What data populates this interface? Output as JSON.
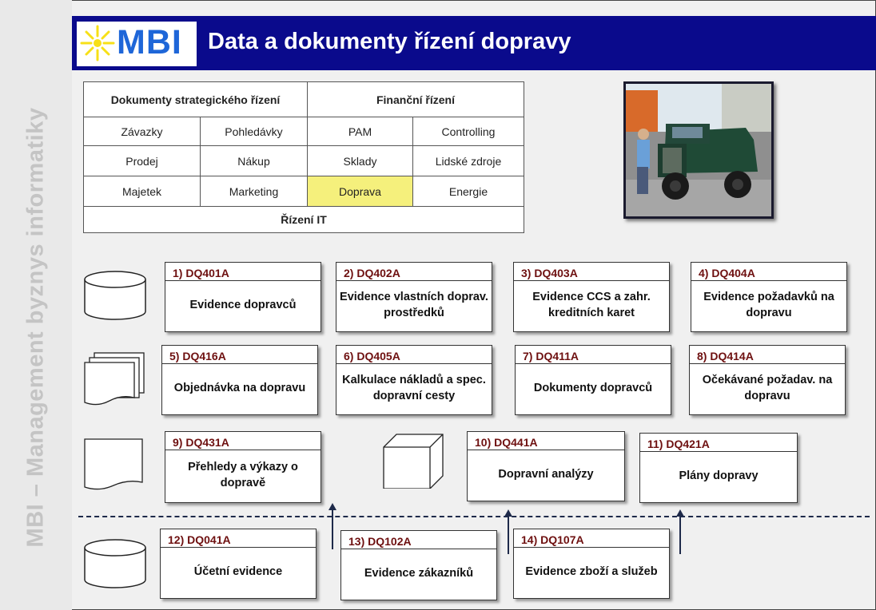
{
  "sidebar": {
    "text": "MBI – Management byznys informatiky"
  },
  "header": {
    "logo_text": "MBI",
    "title": "Data a dokumenty řízení dopravy"
  },
  "grid": {
    "strategic": "Dokumenty strategického řízení",
    "financial": "Finanční řízení",
    "zavazky": "Závazky",
    "pohledavky": "Pohledávky",
    "pam": "PAM",
    "controlling": "Controlling",
    "prodej": "Prodej",
    "nakup": "Nákup",
    "sklady": "Sklady",
    "lidske_zdroje": "Lidské zdroje",
    "majetek": "Majetek",
    "marketing": "Marketing",
    "doprava": "Doprava",
    "energie": "Energie",
    "rizeni_it": "Řízení IT"
  },
  "cards": [
    {
      "code": "1) DQ401A",
      "title": "Evidence dopravců"
    },
    {
      "code": "2) DQ402A",
      "title": "Evidence vlastních doprav. prostředků"
    },
    {
      "code": "3) DQ403A",
      "title": "Evidence CCS a zahr. kreditních karet"
    },
    {
      "code": "4) DQ404A",
      "title": "Evidence požadavků na dopravu"
    },
    {
      "code": "5) DQ416A",
      "title": "Objednávka na dopravu"
    },
    {
      "code": "6) DQ405A",
      "title": "Kalkulace nákladů a spec. dopravní cesty"
    },
    {
      "code": "7) DQ411A",
      "title": "Dokumenty dopravců"
    },
    {
      "code": "8) DQ414A",
      "title": "Očekávané požadav. na dopravu"
    },
    {
      "code": "9) DQ431A",
      "title": "Přehledy a výkazy o dopravě"
    },
    {
      "code": "10) DQ441A",
      "title": "Dopravní analýzy"
    },
    {
      "code": "11) DQ421A",
      "title": "Plány dopravy"
    },
    {
      "code": "12) DQ041A",
      "title": "Účetní evidence"
    },
    {
      "code": "13) DQ102A",
      "title": "Evidence zákazníků"
    },
    {
      "code": "14) DQ107A",
      "title": "Evidence zboží a služeb"
    }
  ],
  "colors": {
    "header_bg": "#0a0a8c",
    "highlight": "#f5f07c",
    "code_text": "#6e1010",
    "logo_blue": "#1e66d8",
    "sun_yellow": "#f7e017"
  },
  "icons": [
    "database-icon",
    "documents-icon",
    "document-icon",
    "cube-icon",
    "arrow-up-icon"
  ]
}
